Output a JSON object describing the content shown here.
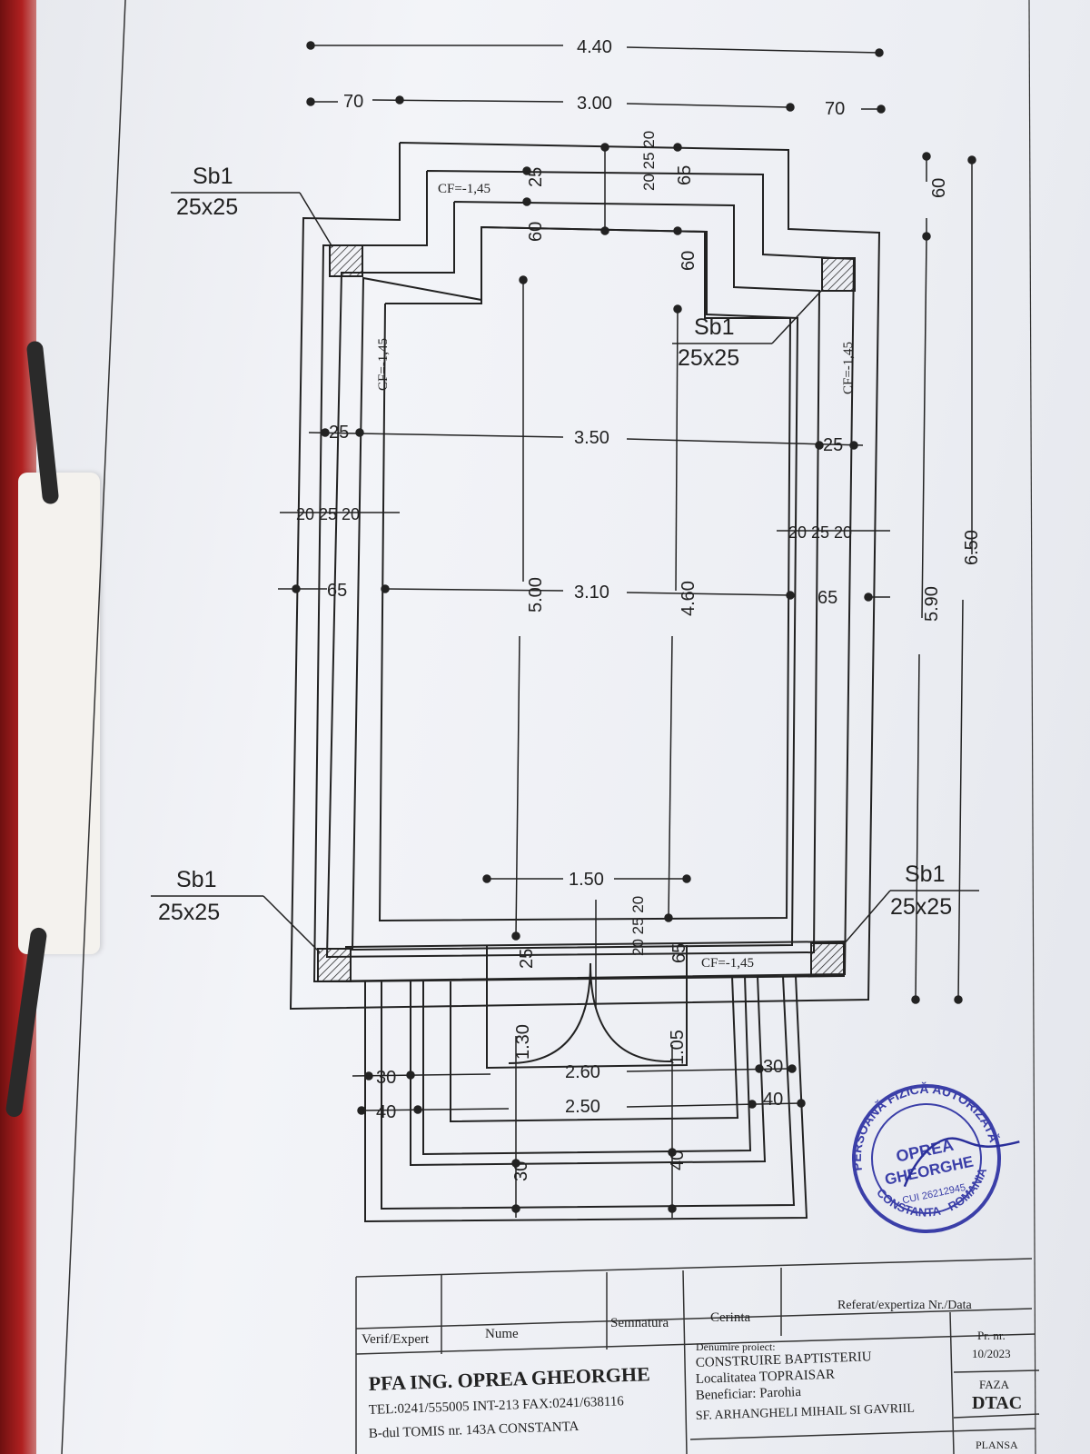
{
  "drawing": {
    "dims": {
      "overall_width": "4.40",
      "left_offset": "70",
      "inner_width": "3.00",
      "right_offset": "70",
      "right_top": "60",
      "height_590": "5.90",
      "height_650": "6.50",
      "top_25": "25",
      "top_60_left": "60",
      "top_65": "65",
      "top_60_right": "60",
      "top_stack": "20 25 20",
      "w_350": "3.50",
      "w_310": "3.10",
      "h_500": "5.00",
      "h_460": "4.60",
      "w_150": "1.50",
      "left_25": "25",
      "right_25": "25",
      "left_stack": "20 25 20",
      "right_stack": "20 25 20",
      "left_65": "65",
      "right_65": "65",
      "bottom_stack": "20 25 20",
      "bottom_25": "25",
      "bottom_65": "65",
      "h_130": "1.30",
      "h_105": "1.05",
      "w_260": "2.60",
      "w_250": "2.50",
      "left_30": "30",
      "left_40": "40",
      "right_30": "30",
      "right_40": "40",
      "bottom_30": "30",
      "bottom_40": "40"
    },
    "cf_labels": [
      "CF=-1,45",
      "CF=-1,45",
      "CF=-1,45",
      "CF=-1,45"
    ],
    "columns": [
      {
        "name": "Sb1",
        "size": "25x25"
      },
      {
        "name": "Sb1",
        "size": "25x25"
      },
      {
        "name": "Sb1",
        "size": "25x25"
      },
      {
        "name": "Sb1",
        "size": "25x25"
      }
    ]
  },
  "stamp": {
    "ring_text": "PERSOANĂ FIZICĂ AUTORIZATĂ",
    "name1": "OPREA",
    "name2": "GHEORGHE",
    "cui": "CUI 26212945",
    "city": "CONSTANTA - ROMANIA"
  },
  "title_block": {
    "headers": {
      "verif": "Verif/Expert",
      "nume": "Nume",
      "semnatura": "Semnatura",
      "cerinta": "Cerinta",
      "referat": "Referat/expertiza Nr./Data"
    },
    "company": "PFA ING. OPREA GHEORGHE",
    "phone": "TEL:0241/555005 INT-213 FAX:0241/638116",
    "address": "B-dul TOMIS nr. 143A CONSTANTA",
    "project_label": "Denumire proiect:",
    "project_name": "CONSTRUIRE BAPTISTERIU",
    "locality": "Localitatea TOPRAISAR",
    "beneficiary": "Beneficiar: Parohia",
    "beneficiary2": "SF. ARHANGHELI MIHAIL SI GAVRIIL",
    "pr_label": "Pr. nr.",
    "pr_value": "10/2023",
    "faza_label": "FAZA",
    "faza_value": "DTAC",
    "plansa_label": "PLANSA"
  }
}
